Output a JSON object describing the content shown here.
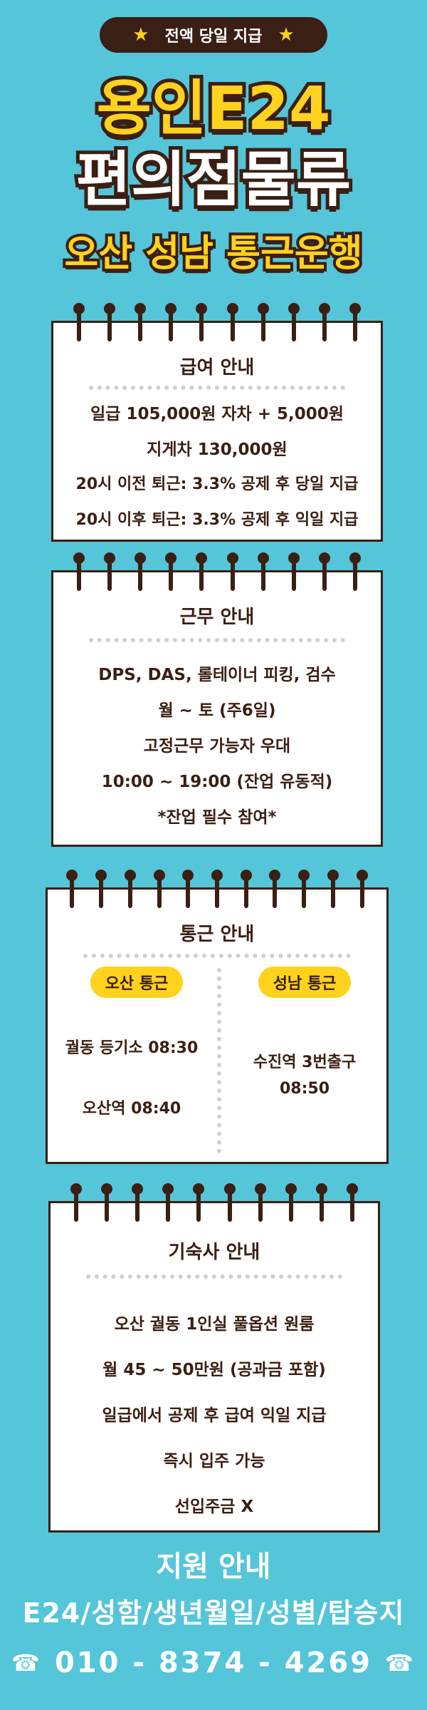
{
  "badge": {
    "text": "전액 당일 지급",
    "star": "★"
  },
  "headline": {
    "line1": "용인E24",
    "line2": "편의점물류",
    "line3": "오산 성남 통근운행"
  },
  "pay": {
    "title": "급여 안내",
    "lines": [
      "일급 105,000원   자차 + 5,000원",
      "지게차 130,000원",
      "20시 이전 퇴근: 3.3% 공제 후 당일 지급",
      "20시 이후 퇴근: 3.3% 공제 후 익일 지급"
    ]
  },
  "work": {
    "title": "근무 안내",
    "lines": [
      "DPS, DAS, 롤테이너 피킹, 검수",
      "월 ~ 토 (주6일)",
      "고정근무 가능자 우대",
      "10:00 ~ 19:00 (잔업 유동적)",
      "*잔업 필수 참여*"
    ]
  },
  "commute": {
    "title": "통근 안내",
    "left": {
      "label": "오산 통근",
      "stop1": "궐동 등기소 08:30",
      "stop2": "오산역 08:40"
    },
    "right": {
      "label": "성남 통근",
      "stop1": "수진역 3번출구",
      "stop2": "08:50"
    }
  },
  "dorm": {
    "title": "기숙사 안내",
    "lines": [
      "오산 궐동 1인실 풀옵션 원룸",
      "월 45 ~ 50만원 (공과금 포함)",
      "일급에서 공제 후 급여 익일 지급",
      "즉시 입주 가능",
      "선입주금 X"
    ]
  },
  "apply": {
    "title": "지원 안내",
    "format": "E24/성함/생년월일/성별/탑승지",
    "phone": "010 - 8374 - 4269",
    "phone_icon": "☎"
  },
  "colors": {
    "background": "#55c5d9",
    "accent": "#ffd21e",
    "dark": "#3a1f14",
    "card": "#ffffff"
  }
}
